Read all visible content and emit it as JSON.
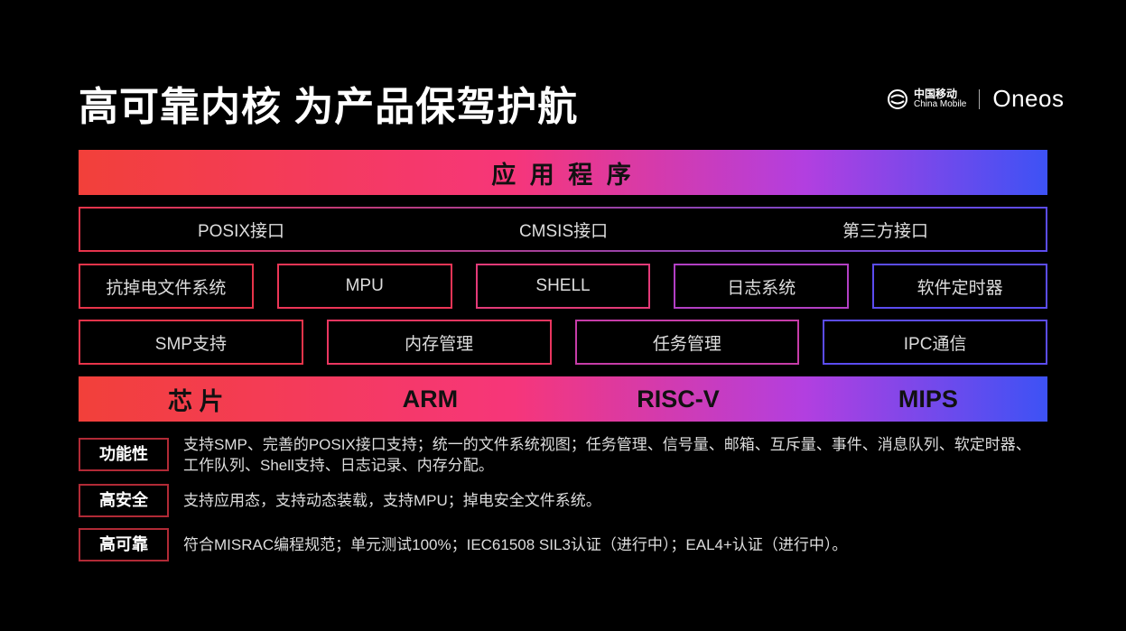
{
  "title": "高可靠内核 为产品保驾护航",
  "logo": {
    "cn": "中国移动",
    "en": "China Mobile",
    "brand": "Oneos"
  },
  "app_bar": "应 用 程 序",
  "interfaces": [
    "POSIX接口",
    "CMSIS接口",
    "第三方接口"
  ],
  "row2": [
    "抗掉电文件系统",
    "MPU",
    "SHELL",
    "日志系统",
    "软件定时器"
  ],
  "row3": [
    "SMP支持",
    "内存管理",
    "任务管理",
    "IPC通信"
  ],
  "chip_bar": [
    "芯 片",
    "ARM",
    "RISC-V",
    "MIPS"
  ],
  "features": [
    {
      "tag": "功能性",
      "text": "支持SMP、完善的POSIX接口支持；统一的文件系统视图；任务管理、信号量、邮箱、互斥量、事件、消息队列、软定时器、工作队列、Shell支持、日志记录、内存分配。"
    },
    {
      "tag": "高安全",
      "text": "支持应用态，支持动态装载，支持MPU；掉电安全文件系统。"
    },
    {
      "tag": "高可靠",
      "text": "符合MISRAC编程规范；单元测试100%；IEC61508 SIL3认证（进行中）；EAL4+认证（进行中）。"
    }
  ]
}
